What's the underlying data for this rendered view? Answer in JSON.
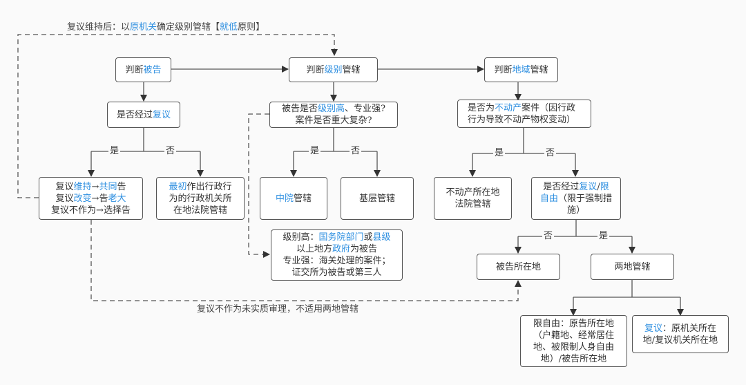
{
  "notes": {
    "top": [
      {
        "t": "复议维持后：以"
      },
      {
        "t": "原机关",
        "hl": true
      },
      {
        "t": "确定级别管辖【"
      },
      {
        "t": "就低",
        "hl": true
      },
      {
        "t": "原则】"
      }
    ],
    "bottom": [
      {
        "t": "复议不作为未实质审理，不适用两地管辖"
      }
    ]
  },
  "nodes": {
    "defendant": [
      [
        {
          "t": "判断"
        },
        {
          "t": "被告",
          "hl": true
        }
      ]
    ],
    "level": [
      [
        {
          "t": "判断"
        },
        {
          "t": "级别",
          "hl": true
        },
        {
          "t": "管辖"
        }
      ]
    ],
    "region": [
      [
        {
          "t": "判断"
        },
        {
          "t": "地域",
          "hl": true
        },
        {
          "t": "管辖"
        }
      ]
    ],
    "reconsider": [
      [
        {
          "t": "是否经过"
        },
        {
          "t": "复议",
          "hl": true
        }
      ]
    ],
    "reconsider_yes": [
      [
        {
          "t": "复议"
        },
        {
          "t": "维持",
          "hl": true
        },
        {
          "t": "→"
        },
        {
          "t": "共同",
          "hl": true
        },
        {
          "t": "告"
        }
      ],
      [
        {
          "t": "复议"
        },
        {
          "t": "改变",
          "hl": true
        },
        {
          "t": "→告"
        },
        {
          "t": "老大",
          "hl": true
        }
      ],
      [
        {
          "t": "复议不作为→选择告"
        }
      ]
    ],
    "reconsider_no": [
      [
        {
          "t": "最初",
          "hl": true
        },
        {
          "t": "作出行政行"
        }
      ],
      [
        {
          "t": "为的行政机关所"
        }
      ],
      [
        {
          "t": "在地法院管辖"
        }
      ]
    ],
    "level_question": [
      [
        {
          "t": "被告是否"
        },
        {
          "t": "级别高",
          "hl": true
        },
        {
          "t": "、专业强?"
        }
      ],
      [
        {
          "t": "案件是否重大复杂?"
        }
      ]
    ],
    "mid_court": [
      [
        {
          "t": "中院",
          "hl": true
        },
        {
          "t": "管辖"
        }
      ]
    ],
    "basic_court": [
      [
        {
          "t": "基层管辖"
        }
      ]
    ],
    "level_detail": [
      [
        {
          "t": "级别高："
        },
        {
          "t": "国务院部门",
          "hl": true
        },
        {
          "t": "或"
        },
        {
          "t": "县级",
          "hl": true
        }
      ],
      [
        {
          "t": "以上地方"
        },
        {
          "t": "政府",
          "hl": true
        },
        {
          "t": "为被告"
        }
      ],
      [
        {
          "t": "专业强：海关处理的案件；"
        }
      ],
      [
        {
          "t": "证交所为被告或第三人"
        }
      ]
    ],
    "realestate_question": [
      [
        {
          "t": "是否为"
        },
        {
          "t": "不动产",
          "hl": true
        },
        {
          "t": "案件（因行政"
        }
      ],
      [
        {
          "t": "行为导致不动产物权变动）"
        }
      ]
    ],
    "realestate_yes": [
      [
        {
          "t": "不动产所在地"
        }
      ],
      [
        {
          "t": "法院管辖"
        }
      ]
    ],
    "reconsider_or_liberty": [
      [
        {
          "t": "是否经过"
        },
        {
          "t": "复议",
          "hl": true
        },
        {
          "t": "/"
        },
        {
          "t": "限",
          "hl": true
        }
      ],
      [
        {
          "t": "自由",
          "hl": true
        },
        {
          "t": "（限于强制措"
        }
      ],
      [
        {
          "t": "施）"
        }
      ]
    ],
    "defendant_location": [
      [
        {
          "t": "被告所在地"
        }
      ]
    ],
    "two_place": [
      [
        {
          "t": "两地管辖"
        }
      ]
    ],
    "liberty_detail": [
      [
        {
          "t": "限自由：原告所在地"
        }
      ],
      [
        {
          "t": "（户籍地、经常居住"
        }
      ],
      [
        {
          "t": "地、被限制人身自由"
        }
      ],
      [
        {
          "t": "地）/被告所在地"
        }
      ]
    ],
    "reconsider_detail": [
      [
        {
          "t": "复议",
          "hl": true
        },
        {
          "t": "：原机关所在"
        }
      ],
      [
        {
          "t": "地/复议机关所在地"
        }
      ]
    ]
  },
  "branch_labels": {
    "yes": "是",
    "no": "否"
  },
  "colors": {
    "highlight": "#2e8fe0",
    "line": "#555555",
    "text": "#333333"
  }
}
